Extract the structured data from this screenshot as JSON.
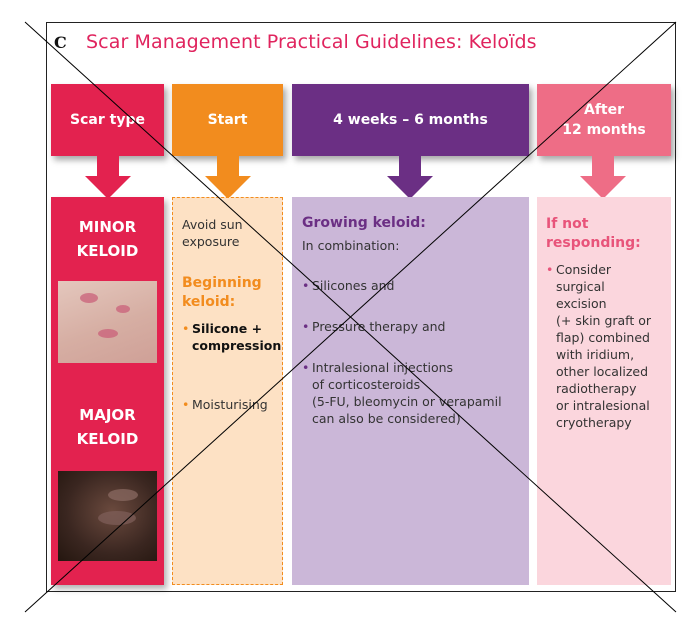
{
  "panel_letter": "C",
  "title": "Scar Management Practical Guidelines: Keloïds",
  "headers": {
    "scar_type": "Scar type",
    "start": "Start",
    "weeks": "4 weeks – 6 months",
    "after_line1": "After",
    "after_line2": "12 months"
  },
  "scar_column": {
    "minor_line1": "MINOR",
    "minor_line2": "KELOID",
    "major_line1": "MAJOR",
    "major_line2": "KELOID"
  },
  "start_column": {
    "intro_line1": "Avoid sun",
    "intro_line2": "exposure",
    "heading_line1": "Beginning",
    "heading_line2": "keloid:",
    "bullet1_line1": "Silicone +",
    "bullet1_line2": "compression",
    "bullet2": "Moisturising"
  },
  "weeks_column": {
    "heading": "Growing keloid:",
    "subheading": "In combination:",
    "bullet1": "Silicones and",
    "bullet2": "Pressure therapy and",
    "bullet3_line1": "Intralesional injections",
    "bullet3_line2": "of corticosteroids",
    "note_line1": "(5-FU, bleomycin or verapamil",
    "note_line2": "can also be considered)"
  },
  "after_column": {
    "heading_line1": "If not",
    "heading_line2": "responding:",
    "bullet_lines": [
      "Consider",
      "surgical",
      "excision",
      "(+ skin graft or",
      "flap) combined",
      "with iridium,",
      "other localized",
      "radiotherapy",
      "or intralesional",
      "cryotherapy"
    ]
  },
  "colors": {
    "title": "#e0245e",
    "scar": "#e3224f",
    "start": "#f28c1e",
    "weeks": "#6b2f84",
    "after": "#ee6d86"
  }
}
